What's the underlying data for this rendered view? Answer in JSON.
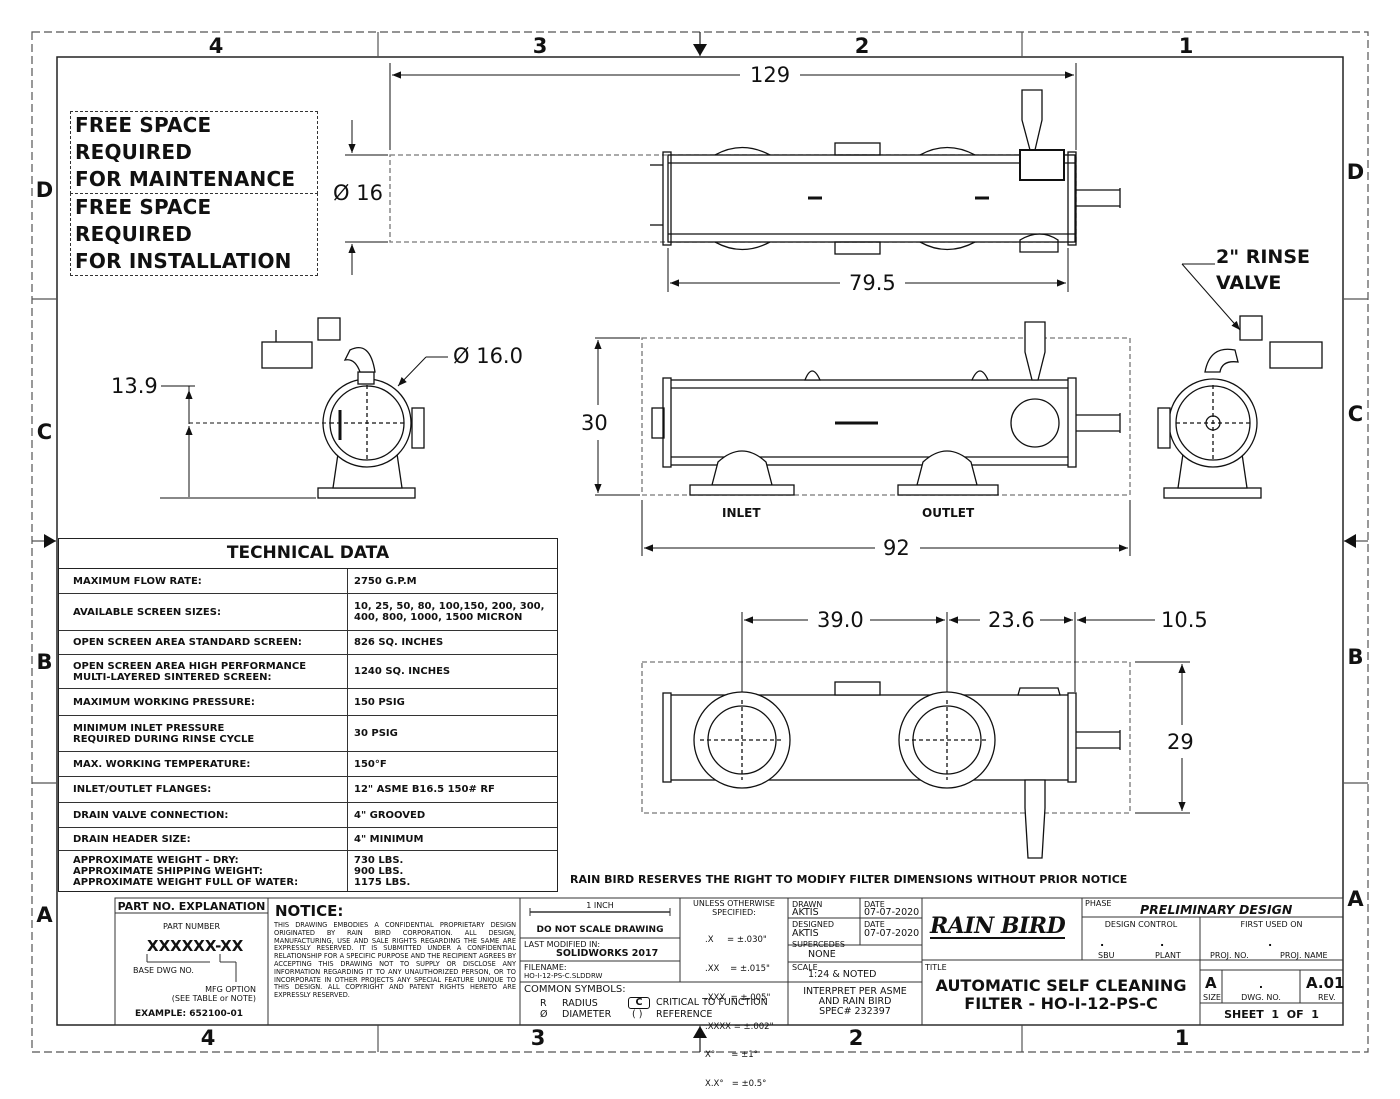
{
  "frame": {
    "col_labels": [
      "4",
      "3",
      "2",
      "1"
    ],
    "row_labels": [
      "D",
      "C",
      "B",
      "A"
    ]
  },
  "notes": {
    "maintenance": [
      "FREE SPACE REQUIRED",
      "FOR MAINTENANCE"
    ],
    "installation": [
      "FREE SPACE REQUIRED",
      "FOR INSTALLATION"
    ],
    "rinse_valve": [
      "2\" RINSE",
      "VALVE"
    ],
    "reserve": "RAIN BIRD RESERVES THE RIGHT TO MODIFY FILTER DIMENSIONS WITHOUT PRIOR NOTICE"
  },
  "dimensions": {
    "top_length": "129",
    "top_diameter": "Ø 16",
    "top_body": "79.5",
    "side_height": "13.9",
    "side_diameter": "Ø 16.0",
    "front_height": "30",
    "front_length": "92",
    "bottom_a": "39.0",
    "bottom_b": "23.6",
    "bottom_c": "10.5",
    "bottom_height": "29"
  },
  "view_labels": {
    "inlet": "INLET",
    "outlet": "OUTLET"
  },
  "technical_data": {
    "title": "TECHNICAL DATA",
    "rows": [
      {
        "key": "MAXIMUM FLOW RATE:",
        "value": "2750 G.P.M"
      },
      {
        "key": "AVAILABLE SCREEN SIZES:",
        "value": "10, 25, 50, 80, 100,150, 200, 300,\n400, 800, 1000, 1500 MICRON"
      },
      {
        "key": "OPEN SCREEN AREA STANDARD SCREEN:",
        "value": "826 SQ. INCHES"
      },
      {
        "key": "OPEN SCREEN AREA HIGH PERFORMANCE\nMULTI-LAYERED SINTERED SCREEN:",
        "value": "1240 SQ. INCHES"
      },
      {
        "key": "MAXIMUM WORKING PRESSURE:",
        "value": "150 PSIG"
      },
      {
        "key": "MINIMUM INLET PRESSURE\nREQUIRED DURING RINSE CYCLE",
        "value": "30 PSIG"
      },
      {
        "key": "MAX. WORKING TEMPERATURE:",
        "value": "150°F"
      },
      {
        "key": "INLET/OUTLET FLANGES:",
        "value": "12\" ASME B16.5 150# RF"
      },
      {
        "key": "DRAIN VALVE CONNECTION:",
        "value": "4\" GROOVED"
      },
      {
        "key": "DRAIN HEADER SIZE:",
        "value": "4\" MINIMUM"
      },
      {
        "key": "APPROXIMATE WEIGHT - DRY:\nAPPROXIMATE SHIPPING WEIGHT:\nAPPROXIMATE  WEIGHT FULL OF WATER:",
        "value": "730 LBS.\n900 LBS.\n1175 LBS."
      }
    ]
  },
  "title_block": {
    "part_no_header": "PART NO. EXPLANATION",
    "part_number_label": "PART NUMBER",
    "part_number": "XXXXXX-XX",
    "base_dwg": "BASE DWG NO.",
    "mfg_option": "MFG OPTION\n(SEE TABLE or NOTE)",
    "example": "EXAMPLE: 652100-01",
    "notice_header": "NOTICE:",
    "notice_text": "THIS DRAWING EMBODIES A CONFIDENTIAL PROPRIETARY DESIGN ORIGINATED BY RAIN BIRD CORPORATION. ALL DESIGN, MANUFACTURING, USE AND SALE RIGHTS REGARDING THE SAME ARE EXPRESSLY RESERVED. IT IS SUBMITTED UNDER A CONFIDENTIAL RELATIONSHIP FOR A SPECIFIC PURPOSE AND THE RECIPIENT AGREES BY ACCEPTING THIS DRAWING NOT TO SUPPLY OR DISCLOSE ANY INFORMATION REGARDING IT TO ANY UNAUTHORIZED PERSON, OR TO INCORPORATE IN OTHER PROJECTS ANY SPECIAL FEATURE UNIQUE TO THIS DESIGN. ALL COPYRIGHT AND PATENT RIGHTS HERETO ARE EXPRESSLY RESERVED.",
    "one_inch": "1 INCH",
    "do_not_scale": "DO NOT SCALE DRAWING",
    "last_modified_label": "LAST MODIFIED IN:",
    "last_modified": "SOLIDWORKS 2017",
    "filename_label": "FILENAME:",
    "filename": "HO-I-12-PS-C.SLDDRW",
    "tol_header": "UNLESS OTHERWISE SPECIFIED:",
    "tolerances": [
      ".X     = ±.030\"",
      ".XX    = ±.015\"",
      ".XXX  = ±.005\"",
      ".XXXX = ±.002\"",
      "X°      = ±1°",
      "X.X°   = ±0.5°"
    ],
    "drawn_label": "DRAWN",
    "drawn_by": "AKTIS",
    "designed_label": "DESIGNED",
    "designed_by": "AKTIS",
    "date_label": "DATE",
    "drawn_date": "07-07-2020",
    "designed_date": "07-07-2020",
    "supersedes_label": "SUPERCEDES",
    "supersedes": "NONE",
    "scale_label": "SCALE",
    "scale": "1:24 & NOTED",
    "common_symbols": "COMMON SYMBOLS:",
    "sym_r": "R",
    "sym_r_text": "RADIUS",
    "sym_d": "Ø",
    "sym_d_text": "DIAMETER",
    "sym_c": "C",
    "sym_c_text": "CRITICAL TO FUNCTION",
    "sym_ref": "( )",
    "sym_ref_text": "REFERENCE",
    "interpret": "INTERPRET PER ASME\nAND RAIN BIRD\nSPEC# 232397",
    "logo": "RAIN BIRD",
    "phase_label": "PHASE",
    "phase": "PRELIMINARY DESIGN",
    "design_control": "DESIGN CONTROL",
    "first_used": "FIRST USED ON",
    "sbu": "SBU",
    "plant": "PLANT",
    "proj_no": "PROJ. NO.",
    "proj_name": "PROJ. NAME",
    "dot": ".",
    "title_label": "TITLE",
    "title_line1": "AUTOMATIC SELF CLEANING",
    "title_line2": "FILTER - HO-I-12-PS-C",
    "size": "A",
    "size_label": "SIZE",
    "dwg_no_label": "DWG. NO.",
    "rev": "A.01",
    "rev_label": "REV.",
    "sheet": "SHEET  1  OF  1"
  }
}
